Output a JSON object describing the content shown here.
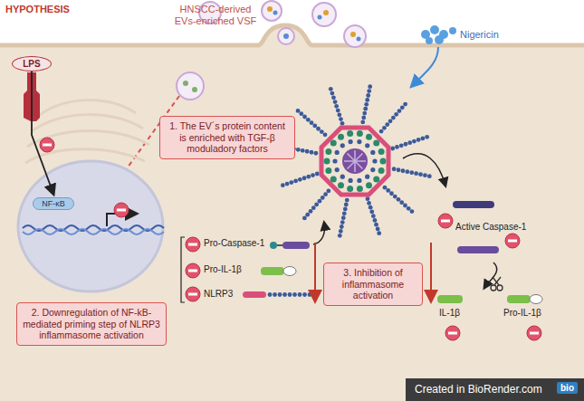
{
  "diagram": {
    "title": "HYPOTHESIS",
    "nodes": [
      {
        "text": [
          "LPS"
        ]
      },
      {
        "text": [
          "1. The EV´s protein content is enriched with TGF-β moduladory factors"
        ]
      },
      {
        "text": [
          "NF-κB"
        ]
      },
      {
        "text": [
          "2. Downregulation of NF-kB-mediated priming step of NLRP3 inflammasome activation"
        ]
      },
      {
        "text": [
          "3. Inhibition of inflammasome activation"
        ]
      }
    ],
    "edges": [
      {
        "from": 0,
        "to": 2,
        "arrow": "to"
      }
    ],
    "labels": [
      "HNSCC-derived EVs-enriched VSF",
      "Nigericin",
      "Pro-Caspase-1",
      "Pro-IL-1β",
      "NLRP3",
      "Active Caspase-1",
      "IL-1β",
      "Pro-IL-1β",
      "Created in BioRender.com",
      "bio"
    ]
  }
}
